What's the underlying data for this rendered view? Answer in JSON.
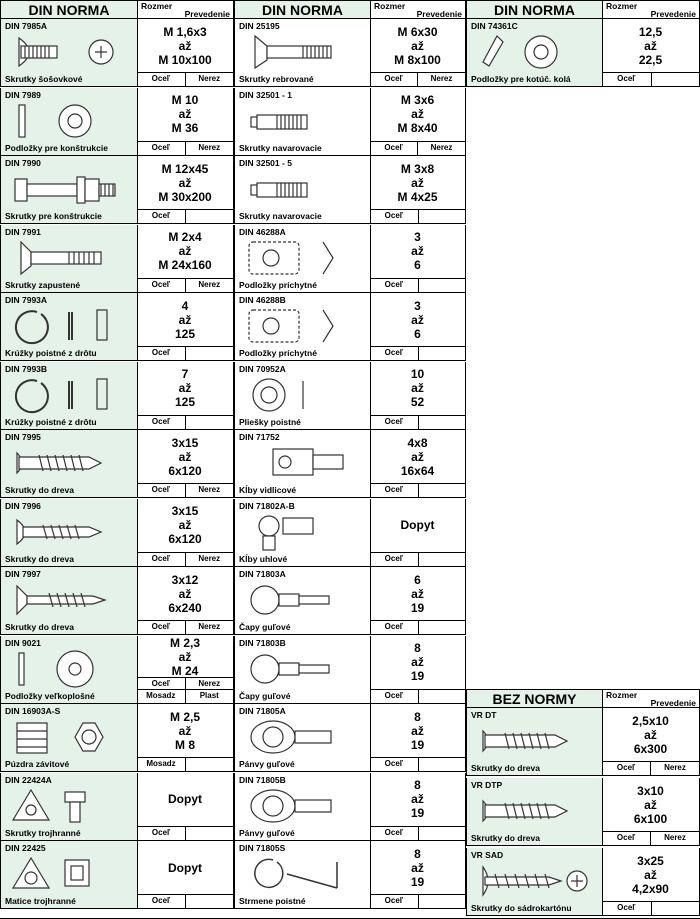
{
  "headers": {
    "din": "DIN NORMA",
    "bez": "BEZ NORMY",
    "rozmer": "Rozmer",
    "prevedenie": "Prevedenie"
  },
  "col1": [
    {
      "code": "DIN 7985A",
      "name": "Skrutky šošovkové",
      "v1": "M 1,6x3",
      "v2": "až",
      "v3": "M 10x100",
      "o1": "Oceľ",
      "o2": "Nerez",
      "icon": "lens-screw-icon"
    },
    {
      "code": "DIN 7989",
      "name": "Podložky pre konštrukcie",
      "v1": "M 10",
      "v2": "až",
      "v3": "M 36",
      "o1": "Oceľ",
      "o2": "Nerez",
      "icon": "washer-icon"
    },
    {
      "code": "DIN 7990",
      "name": "Skrutky pre konštrukcie",
      "v1": "M 12x45",
      "v2": "až",
      "v3": "M 30x200",
      "o1": "Oceľ",
      "o2": "",
      "icon": "bolt-nut-icon"
    },
    {
      "code": "DIN 7991",
      "name": "Skrutky zapustené",
      "v1": "M 2x4",
      "v2": "až",
      "v3": "M 24x160",
      "o1": "Oceľ",
      "o2": "Nerez",
      "icon": "countersunk-screw-icon"
    },
    {
      "code": "DIN 7993A",
      "name": "Krúžky poistné z drôtu",
      "v1": "4",
      "v2": "až",
      "v3": "125",
      "o1": "Oceľ",
      "o2": "",
      "icon": "wire-ring-icon"
    },
    {
      "code": "DIN 7993B",
      "name": "Krúžky poistné z drôtu",
      "v1": "7",
      "v2": "až",
      "v3": "125",
      "o1": "Oceľ",
      "o2": "",
      "icon": "wire-ring-icon"
    },
    {
      "code": "DIN 7995",
      "name": "Skrutky do dreva",
      "v1": "3x15",
      "v2": "až",
      "v3": "6x120",
      "o1": "Oceľ",
      "o2": "Nerez",
      "icon": "wood-screw-icon"
    },
    {
      "code": "DIN 7996",
      "name": "Skrutky do dreva",
      "v1": "3x15",
      "v2": "až",
      "v3": "6x120",
      "o1": "Oceľ",
      "o2": "Nerez",
      "icon": "round-wood-screw-icon"
    },
    {
      "code": "DIN 7997",
      "name": "Skrutky do dreva",
      "v1": "3x12",
      "v2": "až",
      "v3": "6x240",
      "o1": "Oceľ",
      "o2": "Nerez",
      "icon": "countersunk-wood-screw-icon"
    },
    {
      "code": "DIN 9021",
      "name": "Podložky veľkoplošné",
      "v1": "M 2,3",
      "v2": "až",
      "v3": "M 24",
      "o1": "Oceľ",
      "o2": "Nerez",
      "o3": "Mosadz",
      "o4": "Plast",
      "icon": "large-washer-icon"
    },
    {
      "code": "DIN 16903A-S",
      "name": "Púzdra závitové",
      "v1": "M 2,5",
      "v2": "až",
      "v3": "M 8",
      "o1": "Mosadz",
      "o2": "",
      "icon": "threaded-insert-icon"
    },
    {
      "code": "DIN 22424A",
      "name": "Skrutky trojhranné",
      "v1": "Dopyt",
      "v2": "",
      "v3": "",
      "o1": "Oceľ",
      "o2": "",
      "icon": "triangle-bolt-icon"
    },
    {
      "code": "DIN 22425",
      "name": "Matice trojhranné",
      "v1": "Dopyt",
      "v2": "",
      "v3": "",
      "o1": "Oceľ",
      "o2": "",
      "icon": "triangle-nut-icon"
    }
  ],
  "col2": [
    {
      "code": "DIN 25195",
      "name": "Skrutky rebrované",
      "v1": "M 6x30",
      "v2": "až",
      "v3": "M 8x100",
      "o1": "Oceľ",
      "o2": "Nerez",
      "icon": "ribbed-screw-icon"
    },
    {
      "code": "DIN 32501 - 1",
      "name": "Skrutky navarovacie",
      "v1": "M 3x6",
      "v2": "až",
      "v3": "M 8x40",
      "o1": "Oceľ",
      "o2": "Nerez",
      "icon": "weld-stud-icon"
    },
    {
      "code": "DIN 32501 - 5",
      "name": "Skrutky navarovacie",
      "v1": "M 3x8",
      "v2": "až",
      "v3": "M 4x25",
      "o1": "Oceľ",
      "o2": "",
      "icon": "weld-stud-icon"
    },
    {
      "code": "DIN 46288A",
      "name": "Podložky príchytné",
      "v1": "3",
      "v2": "až",
      "v3": "6",
      "o1": "Oceľ",
      "o2": "",
      "icon": "clip-washer-icon"
    },
    {
      "code": "DIN 46288B",
      "name": "Podložky príchytné",
      "v1": "3",
      "v2": "až",
      "v3": "6",
      "o1": "Oceľ",
      "o2": "",
      "icon": "clip-washer-icon"
    },
    {
      "code": "DIN 70952A",
      "name": "Pliešky poistné",
      "v1": "10",
      "v2": "až",
      "v3": "52",
      "o1": "Oceľ",
      "o2": "",
      "icon": "lock-washer-icon"
    },
    {
      "code": "DIN 71752",
      "name": "Kĺby vidlicové",
      "v1": "4x8",
      "v2": "až",
      "v3": "16x64",
      "o1": "Oceľ",
      "o2": "",
      "icon": "clevis-icon"
    },
    {
      "code": "DIN 71802A-B",
      "name": "Kĺby uhlové",
      "v1": "Dopyt",
      "v2": "",
      "v3": "",
      "o1": "Oceľ",
      "o2": "",
      "icon": "angle-joint-icon"
    },
    {
      "code": "DIN 71803A",
      "name": "Čapy guľové",
      "v1": "6",
      "v2": "až",
      "v3": "19",
      "o1": "Oceľ",
      "o2": "",
      "icon": "ball-stud-icon"
    },
    {
      "code": "DIN 71803B",
      "name": "Čapy guľové",
      "v1": "8",
      "v2": "až",
      "v3": "19",
      "o1": "Oceľ",
      "o2": "",
      "icon": "ball-stud-icon"
    },
    {
      "code": "DIN 71805A",
      "name": "Pánvy guľové",
      "v1": "8",
      "v2": "až",
      "v3": "19",
      "o1": "Oceľ",
      "o2": "",
      "icon": "ball-socket-icon"
    },
    {
      "code": "DIN 71805B",
      "name": "Pánvy guľové",
      "v1": "8",
      "v2": "až",
      "v3": "19",
      "o1": "Oceľ",
      "o2": "",
      "icon": "ball-socket-icon"
    },
    {
      "code": "DIN 71805S",
      "name": "Strmene poistné",
      "v1": "8",
      "v2": "až",
      "v3": "19",
      "o1": "Oceľ",
      "o2": "",
      "icon": "safety-clip-icon"
    }
  ],
  "col3top": [
    {
      "code": "DIN 74361C",
      "name": "Podložky pre kotúč. kolá",
      "v1": "12,5",
      "v2": "až",
      "v3": "22,5",
      "o1": "Oceľ",
      "o2": "",
      "icon": "wheel-washer-icon"
    }
  ],
  "col3bottom": [
    {
      "code": "VR DT",
      "name": "Skrutky do dreva",
      "v1": "2,5x10",
      "v2": "až",
      "v3": "6x300",
      "o1": "Oceľ",
      "o2": "Nerez",
      "icon": "wood-screw-icon"
    },
    {
      "code": "VR DTP",
      "name": "Skrutky do dreva",
      "v1": "3x10",
      "v2": "až",
      "v3": "6x100",
      "o1": "Oceľ",
      "o2": "Nerez",
      "icon": "wood-screw-icon"
    },
    {
      "code": "VR SAD",
      "name": "Skrutky do sádrokartónu",
      "v1": "3x25",
      "v2": "až",
      "v3": "4,2x90",
      "o1": "Oceľ",
      "o2": "",
      "icon": "drywall-screw-icon"
    }
  ]
}
